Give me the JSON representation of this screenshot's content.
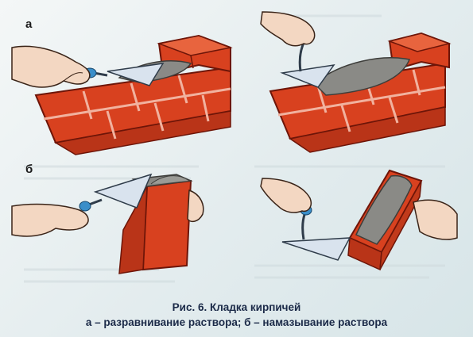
{
  "figure": {
    "label_a": "а",
    "label_b": "б",
    "caption_title": "Рис. 6. Кладка кирпичей",
    "caption_subtitle": "а – разравнивание раствора; б – намазывание раствора"
  },
  "colors": {
    "brick": "#d8411f",
    "brick_dark": "#8b1f10",
    "mortar": "#8a8a86",
    "skin": "#f3d7c2",
    "trowel": "#d9e3ee",
    "handle": "#3a8ec9",
    "caption": "#1b2a48"
  },
  "icons": [
    "hand",
    "trowel",
    "brick-wall",
    "mortar-pile",
    "single-brick"
  ]
}
